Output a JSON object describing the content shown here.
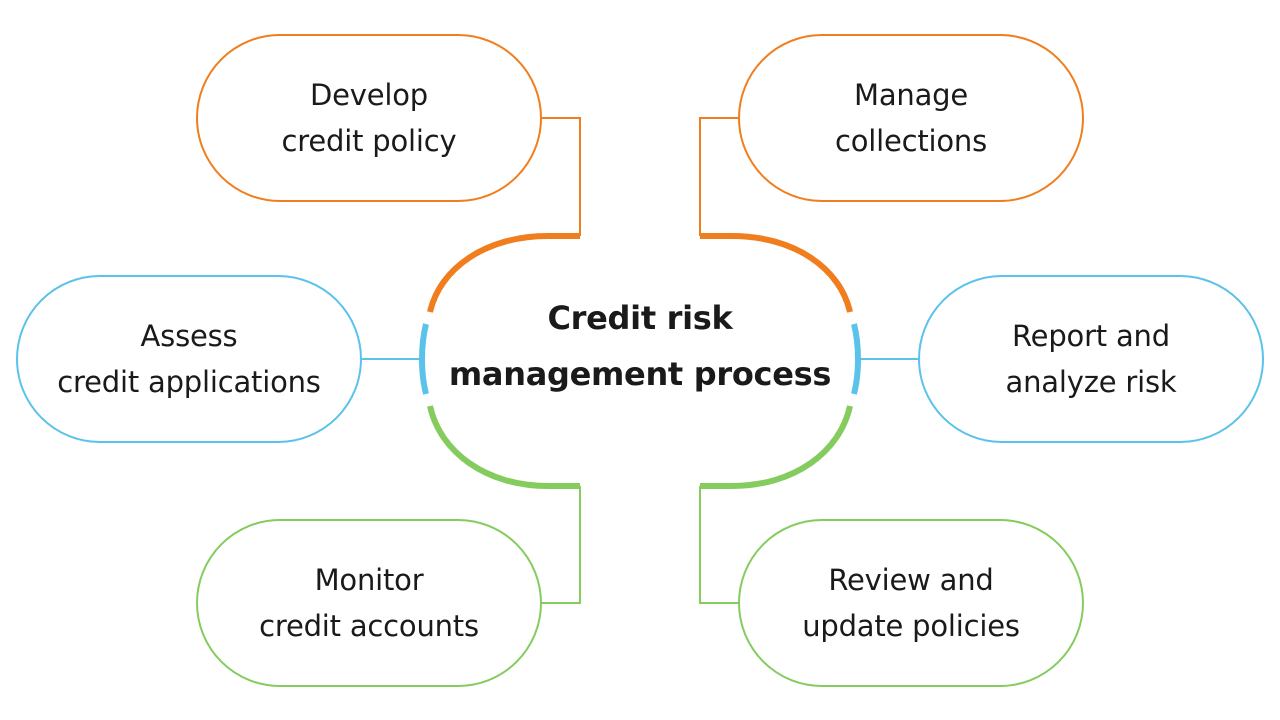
{
  "diagram": {
    "center": {
      "line1": "Credit risk",
      "line2": "management process"
    },
    "colors": {
      "orange": "#F07E1E",
      "blue": "#5BC2EC",
      "green": "#84CC5E"
    },
    "nodes": [
      {
        "id": "develop-credit-policy",
        "line1": "Develop",
        "line2": "credit policy",
        "color": "orange"
      },
      {
        "id": "manage-collections",
        "line1": "Manage",
        "line2": "collections",
        "color": "orange"
      },
      {
        "id": "assess-credit-applications",
        "line1": "Assess",
        "line2": "credit applications",
        "color": "blue"
      },
      {
        "id": "report-and-analyze-risk",
        "line1": "Report and",
        "line2": "analyze risk",
        "color": "blue"
      },
      {
        "id": "monitor-credit-accounts",
        "line1": "Monitor",
        "line2": "credit accounts",
        "color": "green"
      },
      {
        "id": "review-and-update-policies",
        "line1": "Review and",
        "line2": "update policies",
        "color": "green"
      }
    ]
  }
}
